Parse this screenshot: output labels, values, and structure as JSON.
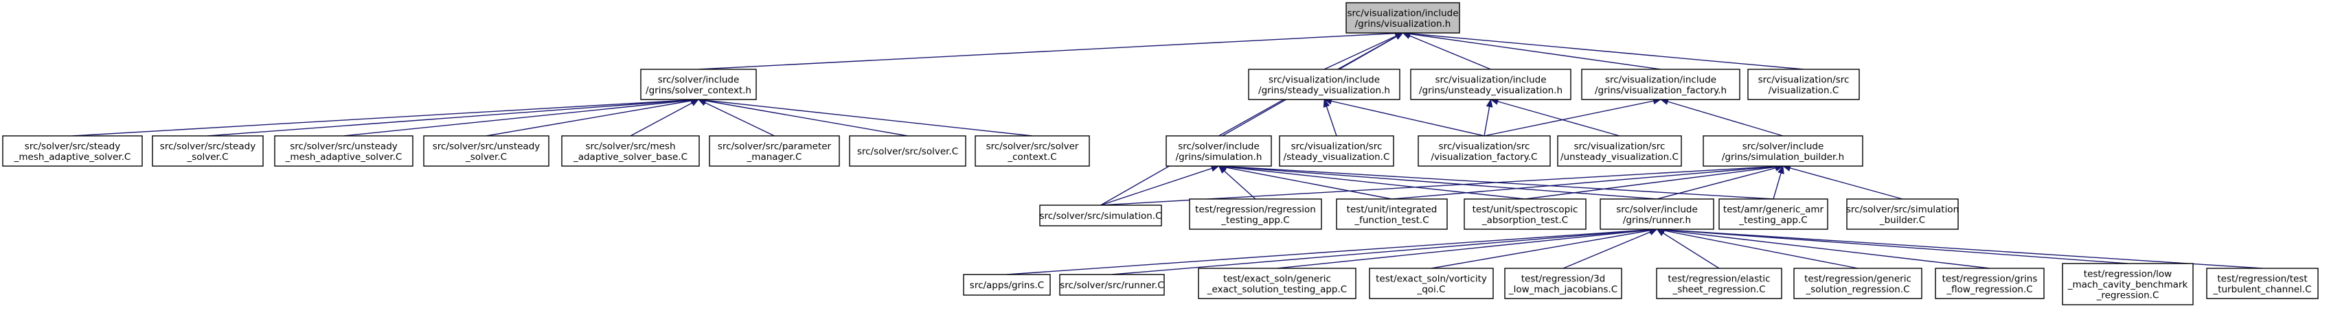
{
  "colors": {
    "edge": "#191970",
    "root_fill": "#bfbfbf",
    "node_fill": "#ffffff",
    "node_stroke": "#000000"
  },
  "nodes": {
    "root": [
      "src/visualization/include",
      "/grins/visualization.h"
    ],
    "solver_context_h": [
      "src/solver/include",
      "/grins/solver_context.h"
    ],
    "steady_vis_h": [
      "src/visualization/include",
      "/grins/steady_visualization.h"
    ],
    "unsteady_vis_h": [
      "src/visualization/include",
      "/grins/unsteady_visualization.h"
    ],
    "vis_factory_h": [
      "src/visualization/include",
      "/grins/visualization_factory.h"
    ],
    "visualization_C": [
      "src/visualization/src",
      "/visualization.C"
    ],
    "simulation_h": [
      "src/solver/include",
      "/grins/simulation.h"
    ],
    "steady_vis_C": [
      "src/visualization/src",
      "/steady_visualization.C"
    ],
    "vis_factory_C": [
      "src/visualization/src",
      "/visualization_factory.C"
    ],
    "unsteady_vis_C": [
      "src/visualization/src",
      "/unsteady_visualization.C"
    ],
    "sim_builder_h": [
      "src/solver/include",
      "/grins/simulation_builder.h"
    ],
    "steady_mesh_adaptive_C": [
      "src/solver/src/steady",
      "_mesh_adaptive_solver.C"
    ],
    "steady_solver_C": [
      "src/solver/src/steady",
      "_solver.C"
    ],
    "unsteady_mesh_adaptive_C": [
      "src/solver/src/unsteady",
      "_mesh_adaptive_solver.C"
    ],
    "unsteady_solver_C": [
      "src/solver/src/unsteady",
      "_solver.C"
    ],
    "mesh_adaptive_base_C": [
      "src/solver/src/mesh",
      "_adaptive_solver_base.C"
    ],
    "parameter_manager_C": [
      "src/solver/src/parameter",
      "_manager.C"
    ],
    "solver_C": [
      "src/solver/src/solver.C"
    ],
    "solver_context_C": [
      "src/solver/src/solver",
      "_context.C"
    ],
    "simulation_C": [
      "src/solver/src/simulation.C"
    ],
    "regression_testing_C": [
      "test/regression/regression",
      "_testing_app.C"
    ],
    "integrated_function_C": [
      "test/unit/integrated",
      "_function_test.C"
    ],
    "spectroscopic_C": [
      "test/unit/spectroscopic",
      "_absorption_test.C"
    ],
    "runner_h": [
      "src/solver/include",
      "/grins/runner.h"
    ],
    "generic_amr_C": [
      "test/amr/generic_amr",
      "_testing_app.C"
    ],
    "sim_builder_C": [
      "src/solver/src/simulation",
      "_builder.C"
    ],
    "grins_C": [
      "src/apps/grins.C"
    ],
    "runner_C": [
      "src/solver/src/runner.C"
    ],
    "exact_generic_C": [
      "test/exact_soln/generic",
      "_exact_solution_testing_app.C"
    ],
    "vorticity_C": [
      "test/exact_soln/vorticity",
      "_qoi.C"
    ],
    "low_mach_jac_C": [
      "test/regression/3d",
      "_low_mach_jacobians.C"
    ],
    "elastic_sheet_C": [
      "test/regression/elastic",
      "_sheet_regression.C"
    ],
    "generic_solution_C": [
      "test/regression/generic",
      "_solution_regression.C"
    ],
    "grins_flow_C": [
      "test/regression/grins",
      "_flow_regression.C"
    ],
    "low_mach_cavity_C": [
      "test/regression/low",
      "_mach_cavity_benchmark",
      "_regression.C"
    ],
    "turbulent_channel_C": [
      "test/regression/test",
      "_turbulent_channel.C"
    ]
  }
}
